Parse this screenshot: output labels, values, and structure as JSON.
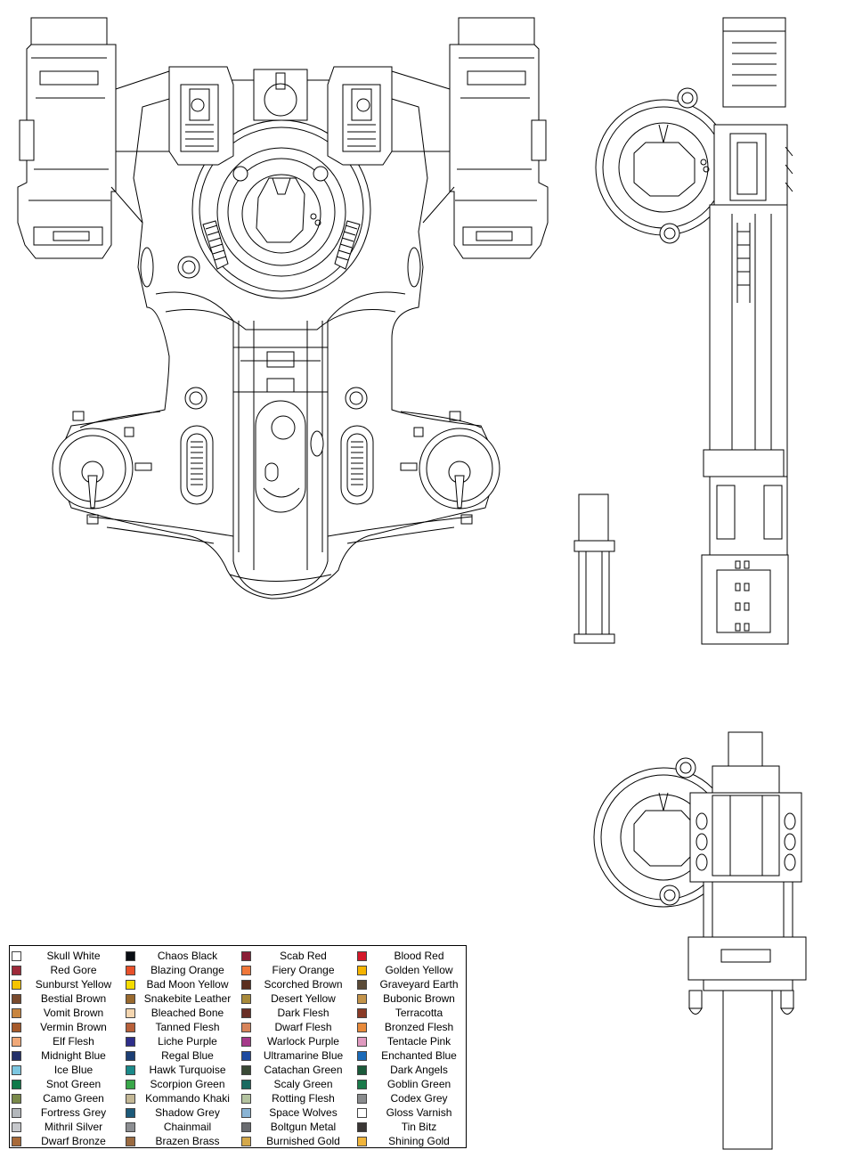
{
  "palette": {
    "columns": [
      [
        {
          "name": "Skull White",
          "color": "#ffffff"
        },
        {
          "name": "Red Gore",
          "color": "#9e2a3a"
        },
        {
          "name": "Sunburst Yellow",
          "color": "#f5c400"
        },
        {
          "name": "Bestial Brown",
          "color": "#7a4b2e"
        },
        {
          "name": "Vomit Brown",
          "color": "#c8853e"
        },
        {
          "name": "Vermin Brown",
          "color": "#a65a2a"
        },
        {
          "name": "Elf Flesh",
          "color": "#f0a878"
        },
        {
          "name": "Midnight Blue",
          "color": "#23306a"
        },
        {
          "name": "Ice Blue",
          "color": "#7cc6e0"
        },
        {
          "name": "Snot Green",
          "color": "#0f7a4a"
        },
        {
          "name": "Camo Green",
          "color": "#7a8a4a"
        },
        {
          "name": "Fortress Grey",
          "color": "#b4b8bc"
        },
        {
          "name": "Mithril Silver",
          "color": "#c6c8cc"
        },
        {
          "name": "Dwarf Bronze",
          "color": "#a86a38"
        }
      ],
      [
        {
          "name": "Chaos Black",
          "color": "#0a0e14"
        },
        {
          "name": "Blazing Orange",
          "color": "#e8502a"
        },
        {
          "name": "Bad Moon Yellow",
          "color": "#f5dc00"
        },
        {
          "name": "Snakebite Leather",
          "color": "#9a6a2e"
        },
        {
          "name": "Bleached Bone",
          "color": "#f4d6b0"
        },
        {
          "name": "Tanned Flesh",
          "color": "#b8603a"
        },
        {
          "name": "Liche Purple",
          "color": "#2e2e8a"
        },
        {
          "name": "Regal Blue",
          "color": "#1c3e74"
        },
        {
          "name": "Hawk Turquoise",
          "color": "#1a8a8a"
        },
        {
          "name": "Scorpion Green",
          "color": "#3aa84a"
        },
        {
          "name": "Kommando Khaki",
          "color": "#c4b896"
        },
        {
          "name": "Shadow Grey",
          "color": "#1c5a7a"
        },
        {
          "name": "Chainmail",
          "color": "#8c8e92"
        },
        {
          "name": "Brazen Brass",
          "color": "#9a6a40"
        }
      ],
      [
        {
          "name": "Scab Red",
          "color": "#8a1e36"
        },
        {
          "name": "Fiery Orange",
          "color": "#f0783a"
        },
        {
          "name": "Scorched Brown",
          "color": "#5a2e1e"
        },
        {
          "name": "Desert Yellow",
          "color": "#a88a3a"
        },
        {
          "name": "Dark Flesh",
          "color": "#6a2e26"
        },
        {
          "name": "Dwarf Flesh",
          "color": "#d8845a"
        },
        {
          "name": "Warlock Purple",
          "color": "#a63a8a"
        },
        {
          "name": "Ultramarine Blue",
          "color": "#1e4aa0"
        },
        {
          "name": "Catachan Green",
          "color": "#3a4a36"
        },
        {
          "name": "Scaly Green",
          "color": "#1a6a60"
        },
        {
          "name": "Rotting Flesh",
          "color": "#b4c4a0"
        },
        {
          "name": "Space Wolves",
          "color": "#8ab4d4"
        },
        {
          "name": "Boltgun Metal",
          "color": "#6a6c70"
        },
        {
          "name": "Burnished Gold",
          "color": "#d4a84a"
        }
      ],
      [
        {
          "name": "Blood Red",
          "color": "#d4182a"
        },
        {
          "name": "Golden Yellow",
          "color": "#f5b400"
        },
        {
          "name": "Graveyard Earth",
          "color": "#5a4a36"
        },
        {
          "name": "Bubonic Brown",
          "color": "#c4944a"
        },
        {
          "name": "Terracotta",
          "color": "#8a3a26"
        },
        {
          "name": "Bronzed Flesh",
          "color": "#e88a3a"
        },
        {
          "name": "Tentacle Pink",
          "color": "#e09ac0"
        },
        {
          "name": "Enchanted Blue",
          "color": "#1a6ab8"
        },
        {
          "name": "Dark Angels",
          "color": "#1a5a3a"
        },
        {
          "name": "Goblin Green",
          "color": "#1a7a4a"
        },
        {
          "name": "Codex Grey",
          "color": "#8a8c8e"
        },
        {
          "name": "Gloss Varnish",
          "color": "#ffffff"
        },
        {
          "name": "Tin Bitz",
          "color": "#3a3634"
        },
        {
          "name": "Shining Gold",
          "color": "#f0b43a"
        }
      ]
    ]
  }
}
